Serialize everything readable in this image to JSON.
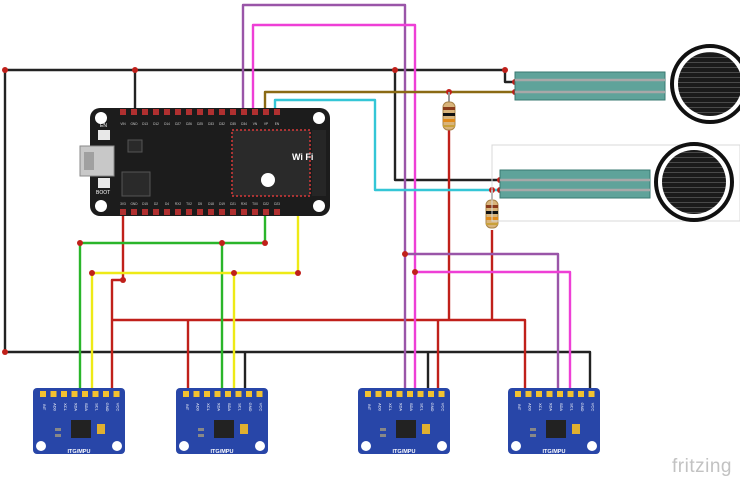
{
  "esp32": {
    "top_pins": [
      "3V3",
      "GND",
      "D15",
      "D2",
      "D4",
      "RX2",
      "TX2",
      "D5",
      "D18",
      "D19",
      "D21",
      "RX0",
      "TX0",
      "D22",
      "D23"
    ],
    "bottom_pins": [
      "VIN",
      "GND",
      "D13",
      "D12",
      "D14",
      "D27",
      "D26",
      "D25",
      "D33",
      "D32",
      "D35",
      "D34",
      "VN",
      "VP",
      "EN"
    ],
    "button_en": "EN",
    "button_boot": "BOOT",
    "wifi_label": "Wi Fi"
  },
  "mpu": {
    "pin_labels": [
      "INT",
      "AD0",
      "XCL",
      "XDA",
      "SDA",
      "SCL",
      "GND",
      "VCC"
    ],
    "board_label": "ITG/MPU",
    "colors": {
      "board": "#2846a8",
      "chip": "#222222",
      "pad": "#f2c230"
    }
  },
  "wire_colors": {
    "black": "#222222",
    "red": "#c0201a",
    "green": "#2ab52a",
    "yellow": "#eeea16",
    "magenta": "#ee3fd6",
    "purple": "#9a55a8",
    "cyan": "#34c6d6",
    "olive": "#8a6a14"
  },
  "brand": "fritzing"
}
